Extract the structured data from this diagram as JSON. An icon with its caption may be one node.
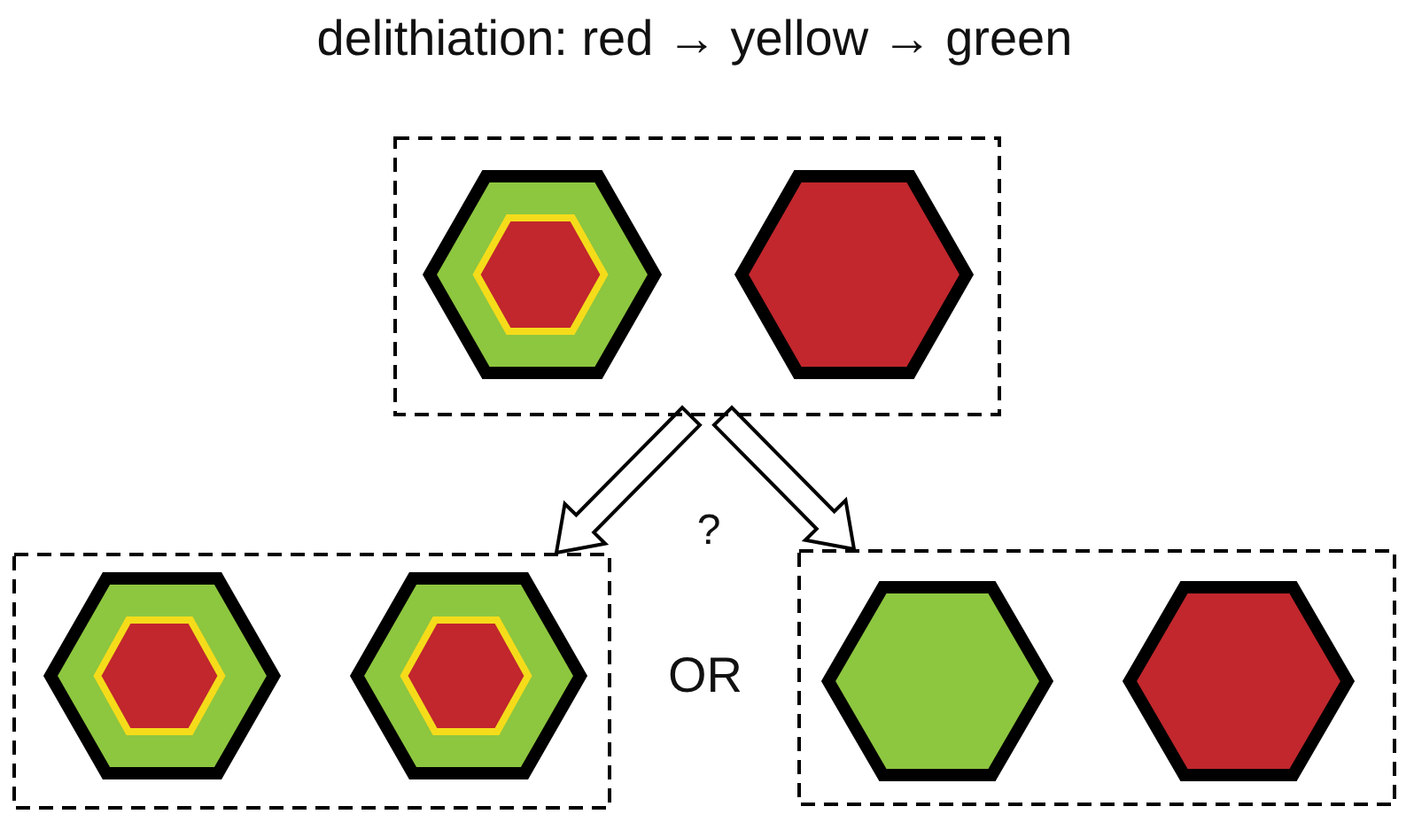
{
  "diagram": {
    "title": "delithiation: red → yellow → green",
    "nodes": [
      {
        "text": [],
        "shape": "box"
      },
      {
        "text": [],
        "shape": "hexagon",
        "in": 0
      },
      {
        "text": [],
        "shape": "hexagon",
        "in": 1
      },
      {
        "text": [],
        "shape": "hexagon",
        "in": 0
      },
      {
        "text": [],
        "shape": "box"
      },
      {
        "text": [],
        "shape": "hexagon",
        "in": 4
      },
      {
        "text": [],
        "shape": "hexagon",
        "in": 5
      },
      {
        "text": [],
        "shape": "hexagon",
        "in": 4
      },
      {
        "text": [],
        "shape": "hexagon",
        "in": 7
      },
      {
        "text": [],
        "shape": "box"
      },
      {
        "text": [],
        "shape": "hexagon",
        "in": 9
      },
      {
        "text": [],
        "shape": "hexagon",
        "in": 9
      }
    ],
    "edges": [
      {
        "from": 0,
        "to": 4,
        "arrow": "to"
      },
      {
        "from": 0,
        "to": 9,
        "arrow": "to"
      }
    ],
    "labels": [
      "?",
      "OR"
    ]
  }
}
